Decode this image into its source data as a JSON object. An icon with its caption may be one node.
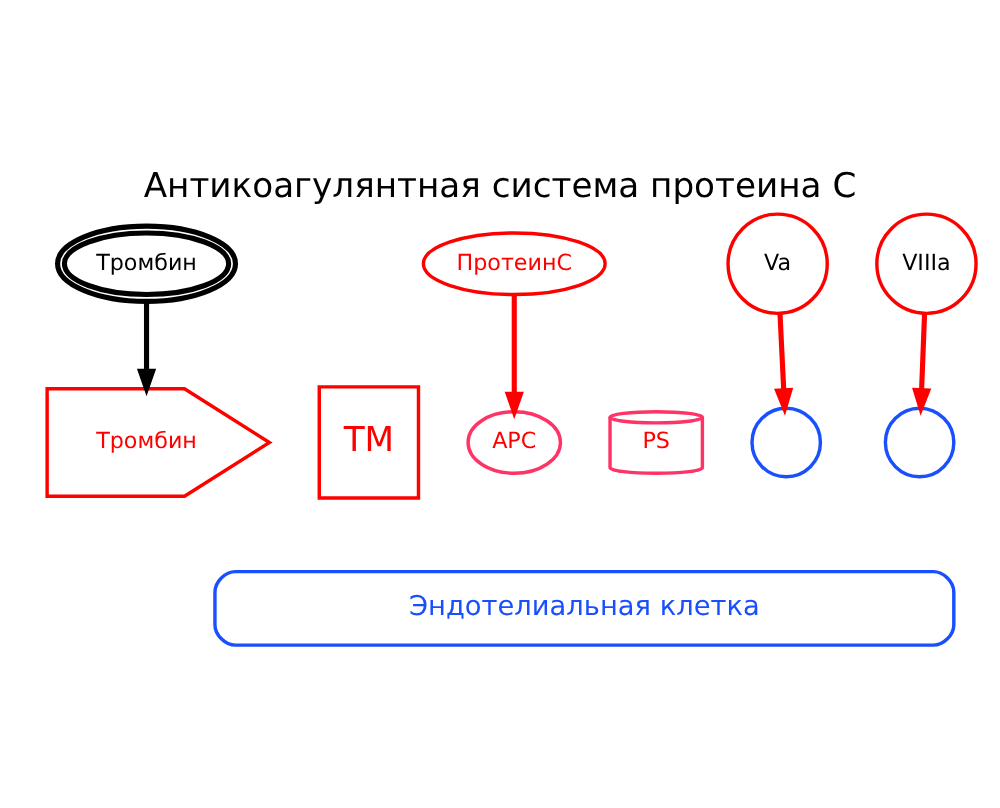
{
  "diagram": {
    "title": "Антикоагулянтная система протеина С",
    "nodes": [
      {
        "text": [
          "Тромбин"
        ]
      },
      {
        "text": [
          "ПротеинС"
        ]
      },
      {
        "text": [
          "Va"
        ]
      },
      {
        "text": [
          "VIIIa"
        ]
      },
      {
        "text": [
          "ТМ"
        ]
      },
      {
        "text": [
          "Тромбин"
        ]
      },
      {
        "text": [
          "APC"
        ]
      },
      {
        "text": [
          "PS"
        ]
      },
      {
        "text": [],
        "shape": "circle"
      },
      {
        "text": [],
        "shape": "circle"
      },
      {
        "text": [
          "Эндотелиальная клетка"
        ]
      }
    ],
    "edges": [
      {
        "from": 0,
        "to": 5,
        "arrow": "to",
        "color": "#000000"
      },
      {
        "from": 1,
        "to": 6,
        "arrow": "to"
      },
      {
        "from": 2,
        "to": 8,
        "arrow": "to"
      },
      {
        "from": 3,
        "to": 9,
        "arrow": "to"
      }
    ]
  }
}
